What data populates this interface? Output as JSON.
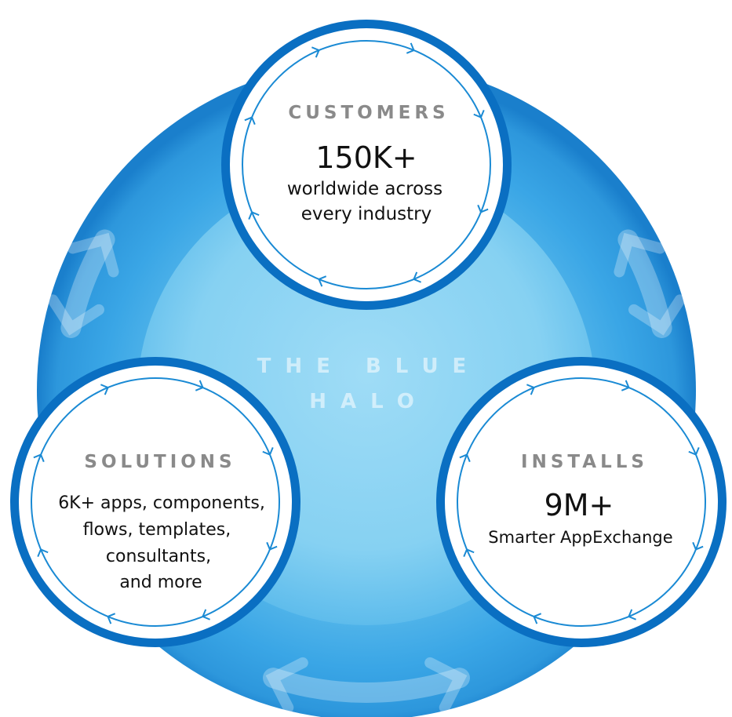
{
  "center": {
    "line1": "THE BLUE",
    "line2": "HALO"
  },
  "nodes": [
    {
      "id": "customers",
      "label": "CUSTOMERS",
      "big": "150K+",
      "lines": [
        "worldwide across",
        "every industry"
      ]
    },
    {
      "id": "solutions",
      "label": "SOLUTIONS",
      "big": "",
      "lines": [
        "6K+ apps, components,",
        "flows, templates,",
        "consultants,",
        "and more"
      ]
    },
    {
      "id": "installs",
      "label": "INSTALLS",
      "big": "9M+",
      "lines": [
        "Smarter AppExchange"
      ]
    }
  ],
  "colors": {
    "ring_dark": "#0a6fc2",
    "ring_mid": "#3aa6e6",
    "ring_light": "#8fd3f4",
    "inner_blue": "#7ccbef",
    "circle_line": "#1a8ad4",
    "label_gray": "#8a8a8a"
  }
}
